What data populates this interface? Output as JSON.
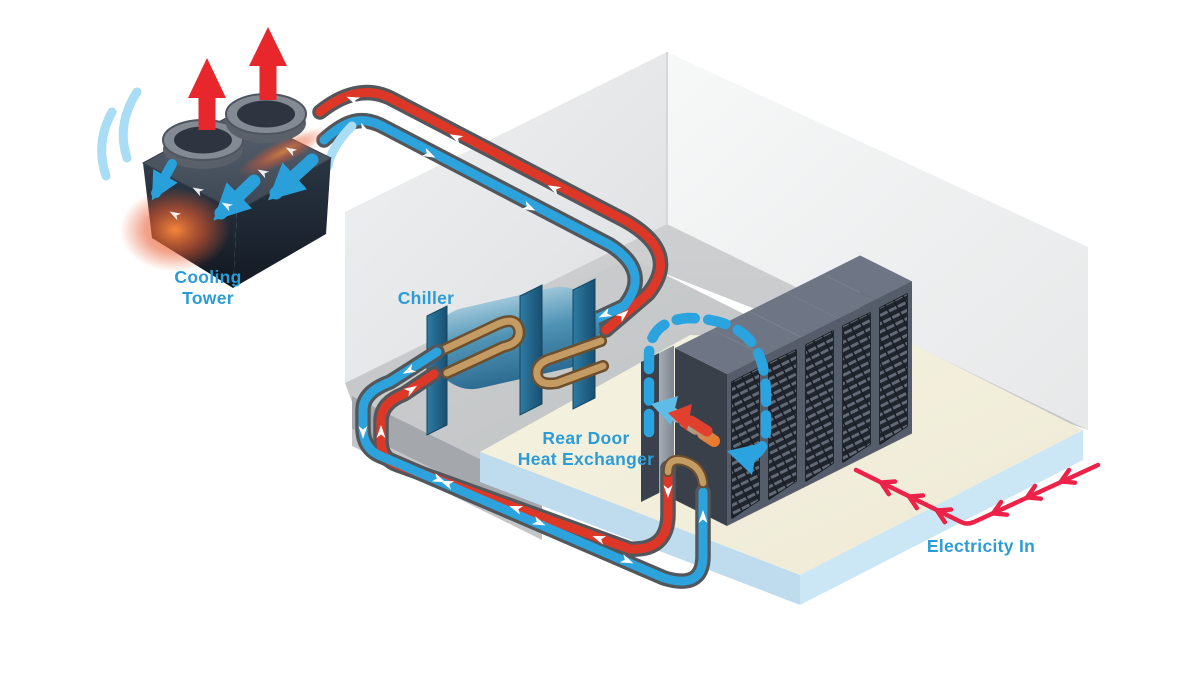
{
  "diagram": {
    "type": "isometric-illustration",
    "subject": "Data center cooling system with rear door heat exchanger",
    "labels": {
      "cooling_tower_1": "Cooling",
      "cooling_tower_2": "Tower",
      "chiller": "Chiller",
      "rear_door_1": "Rear Door",
      "rear_door_2": "Heat Exchanger",
      "electricity_in": "Electricity In"
    },
    "components": [
      "cooling tower",
      "chiller",
      "server racks",
      "rear door heat exchanger",
      "warm water piping",
      "cool water piping",
      "electricity feed"
    ],
    "rack_count": 5,
    "flows": {
      "condenser_loop": "warm water (red) from chiller up to cooling tower; cooled water (blue) returns to chiller",
      "chilled_loop": "chilled water (blue) from chiller to rear door heat exchanger; warmed water (red) returns to chiller",
      "air_loop": "hot exhaust air is cooled through the rear door and recirculated over the rack to the cold aisle",
      "heat_exhaust": "heat vented upward from cooling tower fans",
      "electricity": "electric power feeds the server racks"
    },
    "colors": {
      "label_text": "#2B9CD8",
      "hot_pipe": "#DD3827",
      "cold_pipe": "#2CA3DC",
      "pipe_casing": "#53575B",
      "electricity_line": "#EC2248",
      "air_loop_dash": "#2AA3DE",
      "tower_exhaust_arrow": "#E8272D",
      "tower_intake_arrow": "#2AA0DB",
      "heat_glow": "#F58A3C",
      "raised_floor": "#F3F0DD",
      "floor_edge": "#C9E4F2",
      "chiller_body": "#4E92B4",
      "chiller_flange": "#1C5A7E",
      "coil": "#C49B62",
      "rack_body": "#555C6A"
    }
  }
}
